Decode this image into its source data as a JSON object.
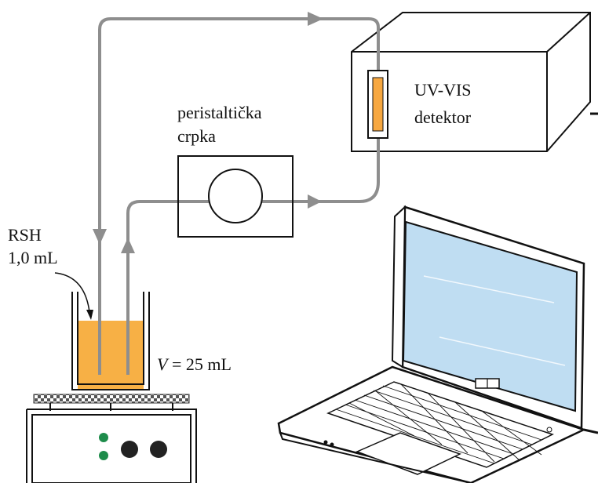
{
  "labels": {
    "pump_line1": "peristaltička",
    "pump_line2": "crpka",
    "detector_line1": "UV-VIS",
    "detector_line2": "detektor",
    "reagent_line1": "RSH",
    "reagent_line2": "1,0 mL",
    "volume_symbol": "V",
    "volume_value": " = 25 mL"
  },
  "colors": {
    "solution": "#F7B045",
    "tubing": "#8E8E8E",
    "flow_cell": "#F7A841",
    "screen": "#BFDDF2",
    "indicator_led": "#1E8C4B",
    "outline": "#111111"
  },
  "icons": [
    "flow-arrow-icon",
    "laptop-icon",
    "stirrer-icon"
  ]
}
